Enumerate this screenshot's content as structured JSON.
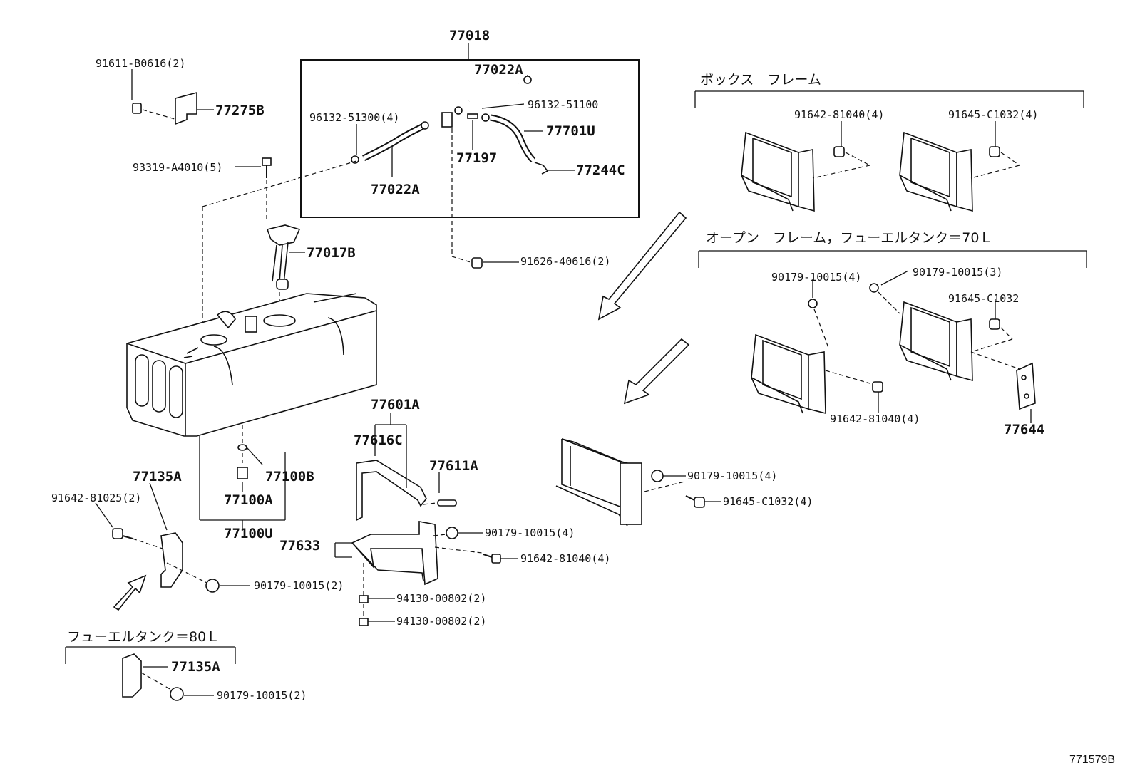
{
  "labels": {
    "p77018": "77018",
    "p77022A_top": "77022A",
    "p96132_51300": "96132-51300(4)",
    "p96132_51100": "96132-51100",
    "p77701U": "77701U",
    "p77197": "77197",
    "p77244C": "77244C",
    "p77022A_bottom": "77022A",
    "p91611": "91611-B0616(2)",
    "p77275B": "77275B",
    "p93319": "93319-A4010(5)",
    "p77017B": "77017B",
    "p91626": "91626-40616(2)",
    "p77100B": "77100B",
    "p77100A": "77100A",
    "p77100U": "77100U",
    "p77135A_main": "77135A",
    "p91642_81025": "91642-81025(2)",
    "p90179_main": "90179-10015(2)",
    "p77601A": "77601A",
    "p77616C": "77616C",
    "p77611A": "77611A",
    "p77633": "77633",
    "p90179_mid": "90179-10015(4)",
    "p91642_mid": "91642-81040(4)",
    "p94130_a": "94130-00802(2)",
    "p94130_b": "94130-00802(2)",
    "p90179_right": "90179-10015(4)",
    "p91645_right": "91645-C1032(4)",
    "p91642_box": "91642-81040(4)",
    "p91645_box": "91645-C1032(4)",
    "p90179_open_a": "90179-10015(4)",
    "p90179_open_b": "90179-10015(3)",
    "p91645_open": "91645-C1032",
    "p91642_open": "91642-81040(4)",
    "p77644": "77644",
    "p77135A_80": "77135A",
    "p90179_80": "90179-10015(2)"
  },
  "sections": {
    "box_frame": "ボックス　フレーム",
    "open_frame": "オープン　フレーム，フューエルタンク＝70Ｌ",
    "tank80": "フューエルタンク＝80Ｌ"
  },
  "diagram_id": "771579B"
}
